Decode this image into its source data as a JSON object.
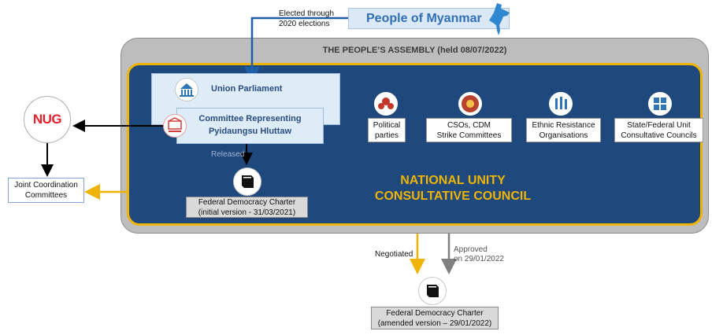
{
  "people": {
    "label": "People of Myanmar"
  },
  "elected": {
    "line1": "Elected through",
    "line2": "2020 elections"
  },
  "assembly": {
    "title": "THE PEOPLE’S ASSEMBLY (held 08/07/2022)"
  },
  "parliament": {
    "label": "Union Parliament"
  },
  "crph": {
    "line1": "Committee Representing",
    "line2": "Pyidaungsu Hluttaw"
  },
  "groups": [
    {
      "line1": "Political",
      "line2": "parties",
      "icon": "political-parties-icon",
      "color": "#c0392b"
    },
    {
      "line1": "CSOs, CDM",
      "line2": "Strike Committees",
      "icon": "cso-emblem-icon",
      "color": "#b8432c"
    },
    {
      "line1": "Ethnic Resistance",
      "line2": "Organisations",
      "icon": "ethnic-people-icon",
      "color": "#2f75b5"
    },
    {
      "line1": "State/Federal Unit",
      "line2": "Consultative Councils",
      "icon": "councils-icon",
      "color": "#2f75b5"
    }
  ],
  "nucc": {
    "line1": "NATIONAL UNITY",
    "line2": "CONSULTATIVE COUNCIL"
  },
  "nug": {
    "label": "NUG"
  },
  "jcc": {
    "line1": "Joint Coordination",
    "line2": "Committees"
  },
  "released": {
    "label": "Released"
  },
  "charter_initial": {
    "line1": "Federal Democracy Charter",
    "line2": "(initial version - 31/03/2021)"
  },
  "negotiated": {
    "label": "Negotiated"
  },
  "approved": {
    "line1": "Approved",
    "line2": "on 29/01/2022"
  },
  "charter_amended": {
    "line1": "Federal Democracy Charter",
    "line2": "(amended version – 29/01/2022)"
  },
  "colors": {
    "council": "#1f497d",
    "accent": "#f0b400",
    "nug_red": "#e8202a",
    "assembly_grey": "#bdbdbd",
    "arrow_blue": "#1f5fa8"
  }
}
